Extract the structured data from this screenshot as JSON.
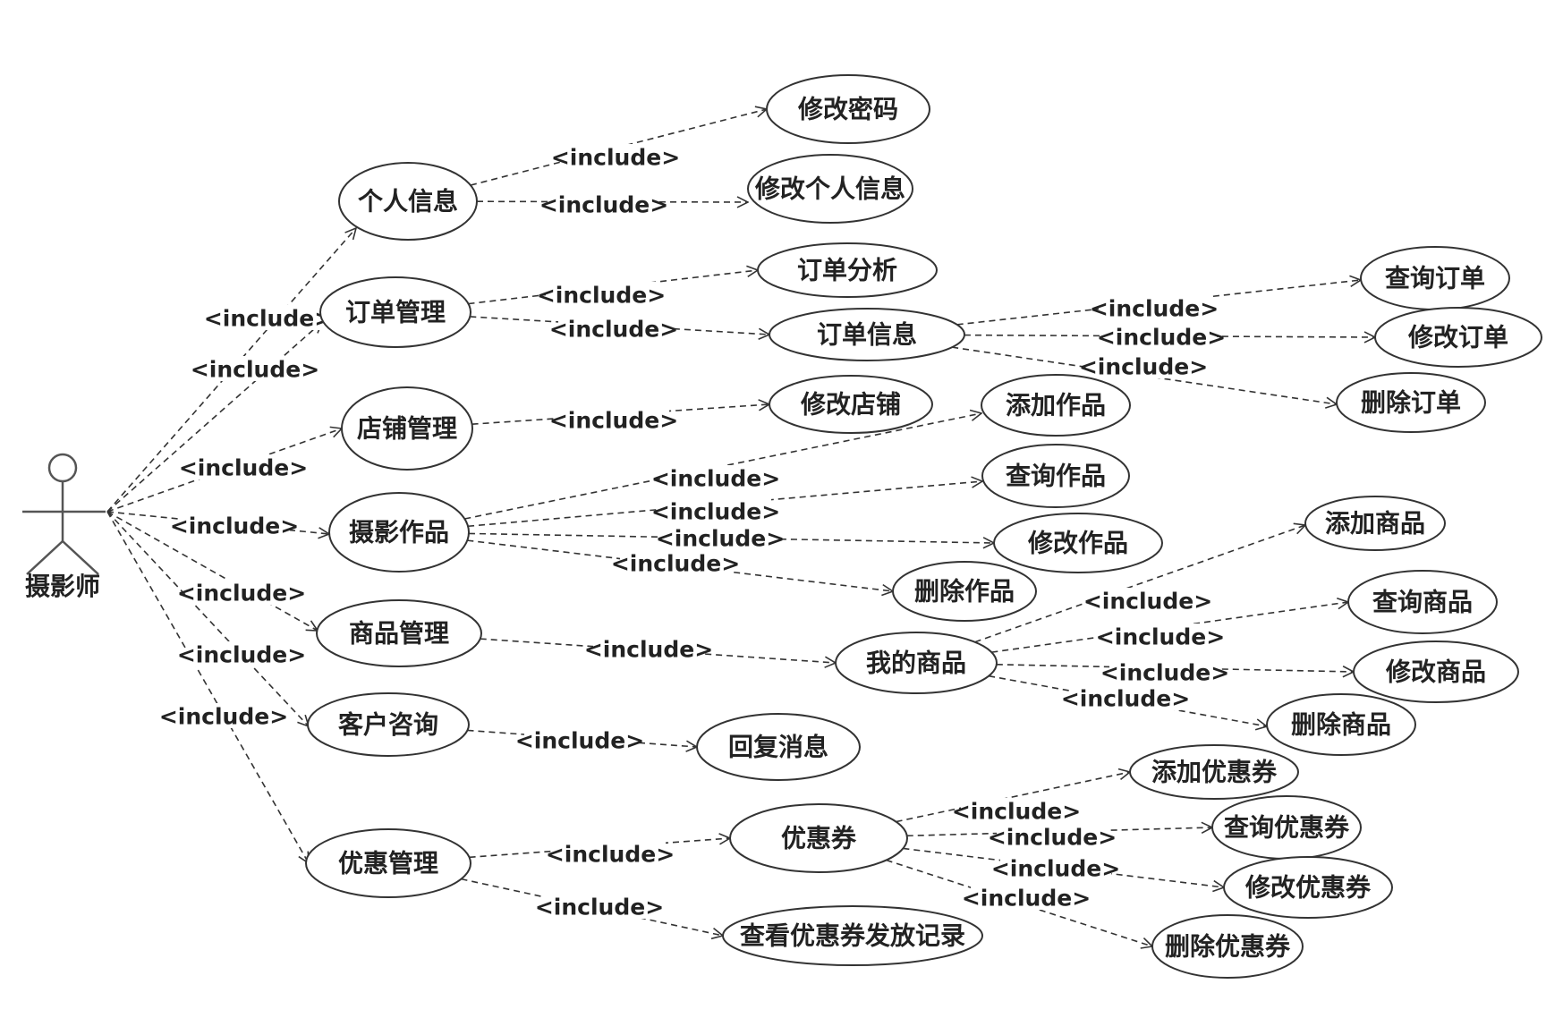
{
  "actor": {
    "name": "摄影师"
  },
  "stereotype": "<include>",
  "use_cases": {
    "uc1": "个人信息",
    "uc2": "订单管理",
    "uc3": "店铺管理",
    "uc4": "摄影作品",
    "uc5": "商品管理",
    "uc6": "客户咨询",
    "uc7": "优惠管理",
    "uc8": "修改密码",
    "uc9": "修改个人信息",
    "uc10": "订单分析",
    "uc11": "订单信息",
    "uc12": "查询订单",
    "uc13": "修改订单",
    "uc14": "删除订单",
    "uc15": "修改店铺",
    "uc16": "添加作品",
    "uc17": "查询作品",
    "uc18": "修改作品",
    "uc19": "删除作品",
    "uc20": "我的商品",
    "uc21": "添加商品",
    "uc22": "查询商品",
    "uc23": "修改商品",
    "uc24": "删除商品",
    "uc25": "回复消息",
    "uc26": "优惠券",
    "uc27": "添加优惠券",
    "uc28": "查询优惠券",
    "uc29": "修改优惠券",
    "uc30": "删除优惠券",
    "uc31": "查看优惠券发放记录"
  },
  "relations": [
    {
      "from": "actor",
      "to": "uc1"
    },
    {
      "from": "actor",
      "to": "uc2"
    },
    {
      "from": "actor",
      "to": "uc3"
    },
    {
      "from": "actor",
      "to": "uc4"
    },
    {
      "from": "actor",
      "to": "uc5"
    },
    {
      "from": "actor",
      "to": "uc6"
    },
    {
      "from": "actor",
      "to": "uc7"
    },
    {
      "from": "uc1",
      "to": "uc8"
    },
    {
      "from": "uc1",
      "to": "uc9"
    },
    {
      "from": "uc2",
      "to": "uc10"
    },
    {
      "from": "uc2",
      "to": "uc11"
    },
    {
      "from": "uc11",
      "to": "uc12"
    },
    {
      "from": "uc11",
      "to": "uc13"
    },
    {
      "from": "uc11",
      "to": "uc14"
    },
    {
      "from": "uc3",
      "to": "uc15"
    },
    {
      "from": "uc4",
      "to": "uc16"
    },
    {
      "from": "uc4",
      "to": "uc17"
    },
    {
      "from": "uc4",
      "to": "uc18"
    },
    {
      "from": "uc4",
      "to": "uc19"
    },
    {
      "from": "uc5",
      "to": "uc20"
    },
    {
      "from": "uc20",
      "to": "uc21"
    },
    {
      "from": "uc20",
      "to": "uc22"
    },
    {
      "from": "uc20",
      "to": "uc23"
    },
    {
      "from": "uc20",
      "to": "uc24"
    },
    {
      "from": "uc6",
      "to": "uc25"
    },
    {
      "from": "uc7",
      "to": "uc26"
    },
    {
      "from": "uc7",
      "to": "uc31"
    },
    {
      "from": "uc26",
      "to": "uc27"
    },
    {
      "from": "uc26",
      "to": "uc28"
    },
    {
      "from": "uc26",
      "to": "uc29"
    },
    {
      "from": "uc26",
      "to": "uc30"
    }
  ]
}
